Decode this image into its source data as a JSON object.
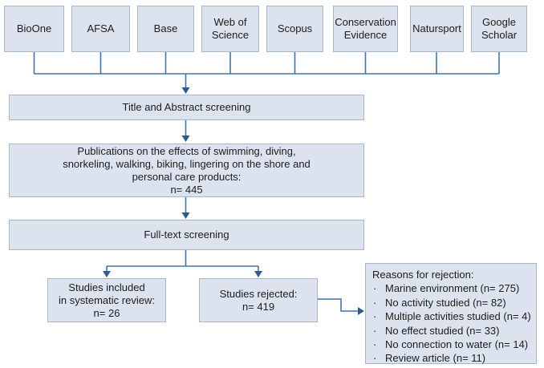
{
  "diagram": {
    "sources": [
      "BioOne",
      "AFSA",
      "Base",
      "Web of Science",
      "Scopus",
      "Conservation Evidence",
      "Natursport",
      "Google Scholar"
    ],
    "title_screening": {
      "label": "Title and Abstract screening"
    },
    "publications": {
      "line1": "Publications  on the effects of swimming, diving,",
      "line2": "snorkeling, walking, biking, lingering on the shore and",
      "line3": "personal care products:",
      "line4": "n= 445"
    },
    "fulltext_screening": {
      "label": "Full-text screening"
    },
    "included": {
      "line1": "Studies included",
      "line2": "in systematic review:",
      "line3": "n= 26"
    },
    "rejected": {
      "line1": "Studies rejected:",
      "line2": "n= 419"
    },
    "reasons": {
      "title": "Reasons for rejection:",
      "items": [
        "Marine environment (n= 275)",
        "No activity studied (n= 82)",
        "Multiple activities studied (n= 4)",
        "No effect studied (n= 33)",
        "No connection to water (n= 14)",
        "Review article (n= 11)"
      ]
    }
  },
  "colors": {
    "box-fill": "#dde3ee",
    "box-border": "#a6b6cb",
    "line": "#4574ab",
    "arrow": "#2e5a8f",
    "text": "#1c1c1c",
    "background": "#ffffff"
  }
}
